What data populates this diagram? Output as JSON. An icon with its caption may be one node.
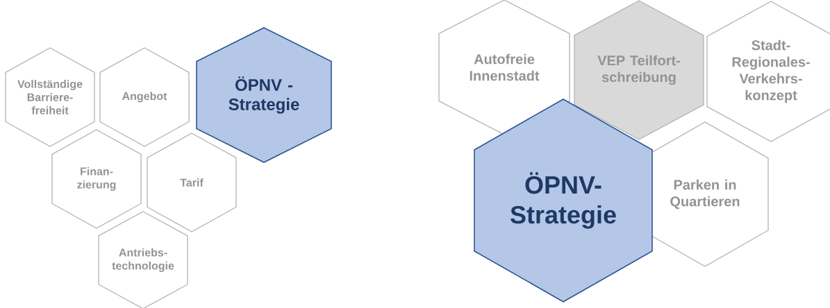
{
  "diagram": {
    "nodes": [
      {
        "text": [
          "Vollständige Barriere- freiheit"
        ]
      },
      {
        "text": [
          "Angebot"
        ]
      },
      {
        "text": [
          "ÖPNV - Strategie"
        ]
      },
      {
        "text": [
          "Finan- zierung"
        ]
      },
      {
        "text": [
          "Tarif"
        ]
      },
      {
        "text": [
          "Antriebs- technologie"
        ]
      },
      {
        "text": [
          "Autofreie Innenstadt"
        ]
      },
      {
        "text": [
          "VEP Teilfort- schreibung"
        ]
      },
      {
        "text": [
          "Stadt- Regionales- Verkehrs- konzept"
        ]
      },
      {
        "text": [
          "ÖPNV- Strategie"
        ]
      },
      {
        "text": [
          "Parken in Quartieren"
        ]
      }
    ]
  }
}
